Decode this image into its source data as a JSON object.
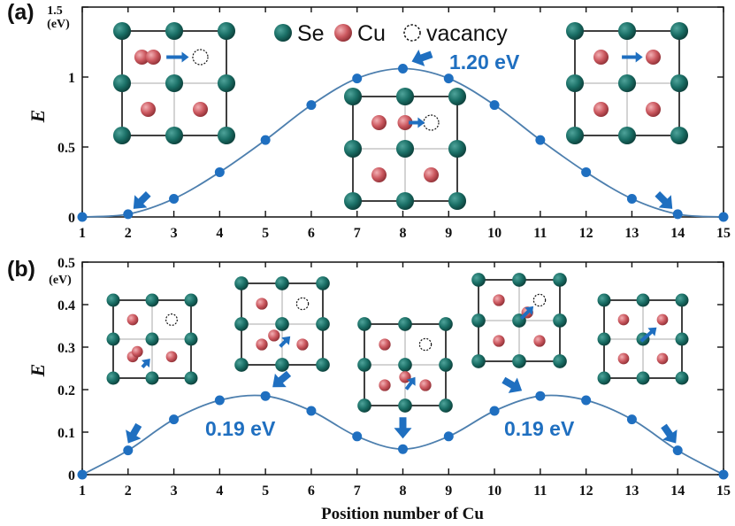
{
  "colors": {
    "series": "#1f6fc0",
    "line": "#4d7fae",
    "se": "#1a6f66",
    "cu": "#cc5960",
    "annot": "#1f6fc0"
  },
  "legend": {
    "se": "Se",
    "cu": "Cu",
    "vacancy": "vacancy"
  },
  "chart_data": [
    {
      "type": "line",
      "panel_label": "(a)",
      "ylabel": "E",
      "yunit": "(eV)",
      "xlabel": "",
      "xlim": [
        1,
        15
      ],
      "ylim": [
        0,
        1.5
      ],
      "x": [
        1,
        2,
        3,
        4,
        5,
        6,
        7,
        8,
        9,
        10,
        11,
        12,
        13,
        14,
        15
      ],
      "ticks_y": [
        "0",
        "0.5",
        "1",
        "1.5"
      ],
      "ticks_y_values": [
        0,
        0.5,
        1,
        1.5
      ],
      "series": [
        {
          "values": [
            0,
            0.02,
            0.13,
            0.32,
            0.55,
            0.8,
            0.99,
            1.06,
            0.99,
            0.8,
            0.55,
            0.32,
            0.13,
            0.02,
            0
          ]
        }
      ],
      "annotations": [
        {
          "text": "1.20 eV",
          "at_x": 8,
          "at_y": 1.06
        }
      ],
      "arrows_at": [
        2,
        8,
        14
      ],
      "grid": false
    },
    {
      "type": "line",
      "panel_label": "(b)",
      "ylabel": "E",
      "yunit": "(eV)",
      "xlabel": "Position number of Cu",
      "xlim": [
        1,
        15
      ],
      "ylim": [
        0,
        0.5
      ],
      "x": [
        1,
        2,
        3,
        4,
        5,
        6,
        7,
        8,
        9,
        10,
        11,
        12,
        13,
        14,
        15
      ],
      "ticks_y": [
        "0",
        "0.1",
        "0.2",
        "0.3",
        "0.4",
        "0.5"
      ],
      "ticks_y_values": [
        0,
        0.1,
        0.2,
        0.3,
        0.4,
        0.5
      ],
      "series": [
        {
          "values": [
            0,
            0.057,
            0.13,
            0.175,
            0.185,
            0.15,
            0.09,
            0.06,
            0.09,
            0.15,
            0.185,
            0.175,
            0.13,
            0.057,
            0
          ]
        }
      ],
      "annotations": [
        {
          "text": "0.19 eV",
          "at_x": 5,
          "at_y": 0.185
        },
        {
          "text": "0.19 eV",
          "at_x": 11,
          "at_y": 0.185
        }
      ],
      "arrows_at": [
        2,
        5,
        8,
        10.5,
        14
      ],
      "grid": false
    }
  ],
  "ticks_x": [
    "1",
    "2",
    "3",
    "4",
    "5",
    "6",
    "7",
    "8",
    "9",
    "10",
    "11",
    "12",
    "13",
    "14",
    "15"
  ]
}
